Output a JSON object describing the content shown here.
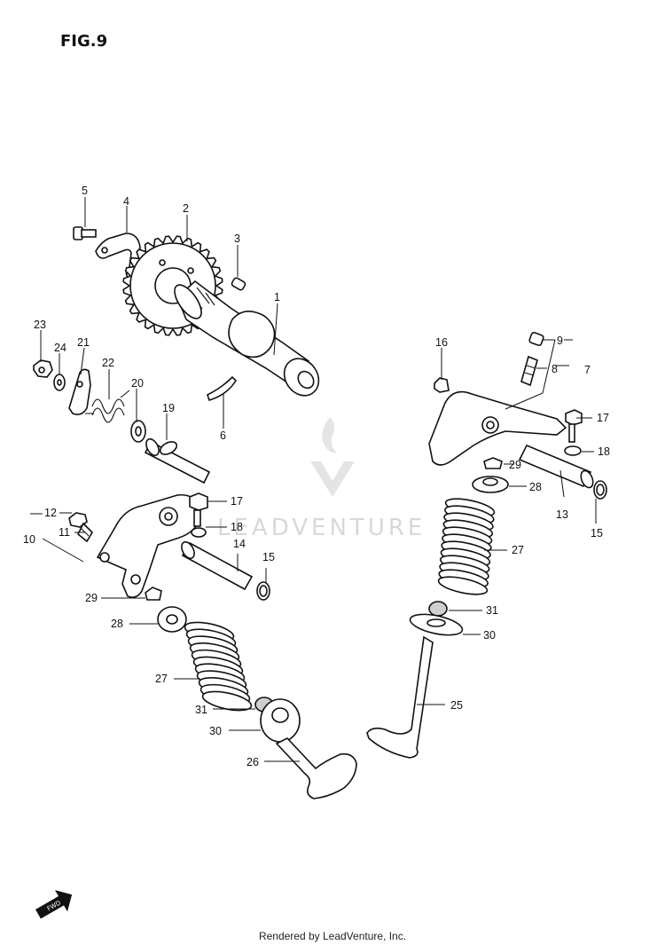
{
  "figure": {
    "title": "FIG.9"
  },
  "footer": {
    "text": "Rendered by LeadVenture, Inc."
  },
  "watermark": {
    "text": "LEADVENTURE"
  },
  "callouts": [
    "1",
    "2",
    "3",
    "4",
    "5",
    "6",
    "7",
    "8",
    "9",
    "10",
    "11",
    "12",
    "13",
    "14",
    "15",
    "15",
    "16",
    "17",
    "17",
    "18",
    "18",
    "19",
    "20",
    "21",
    "22",
    "23",
    "24",
    "25",
    "26",
    "27",
    "27",
    "28",
    "28",
    "29",
    "29",
    "30",
    "30",
    "31",
    "31"
  ],
  "corner_badge": {
    "icon": "direction-arrow-icon"
  }
}
